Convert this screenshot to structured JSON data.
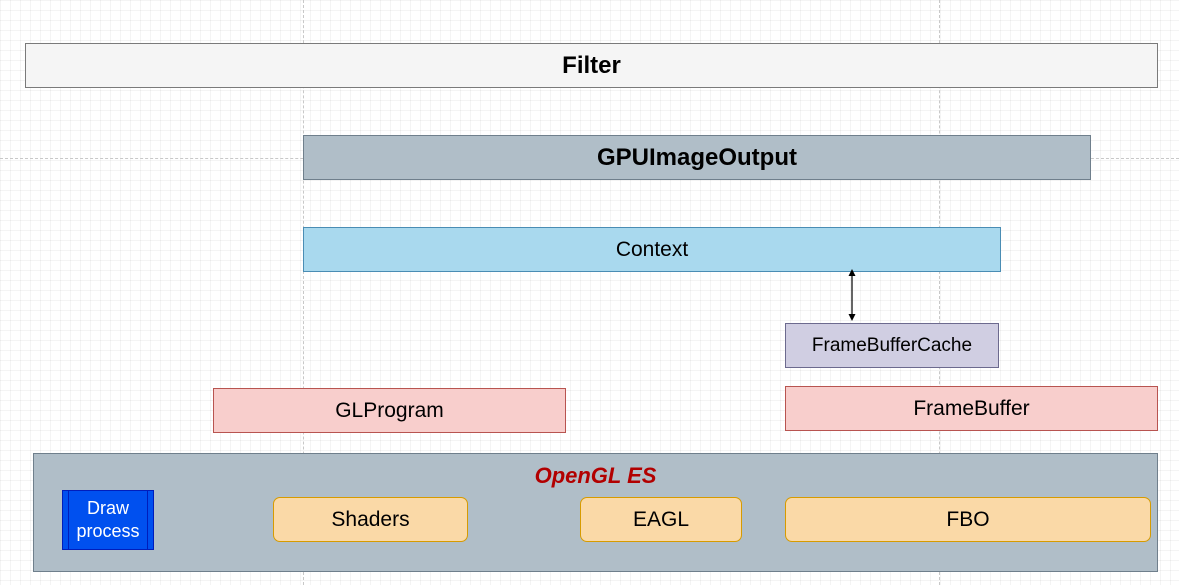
{
  "diagram": {
    "filter": "Filter",
    "gpu_image_output": "GPUImageOutput",
    "context": "Context",
    "frame_buffer_cache": "FrameBufferCache",
    "gl_program": "GLProgram",
    "frame_buffer": "FrameBuffer",
    "opengl_es": {
      "title": "OpenGL ES",
      "draw_process": "Draw process",
      "modules": [
        "Shaders",
        "EAGL",
        "FBO"
      ]
    }
  },
  "colors": {
    "title_accent": "#b20000",
    "gpu_output": "#b0bec8",
    "context": "#a9d9ee",
    "cache": "#d0cee2",
    "program_buffer": "#f8cecc",
    "module": "#fad9a7",
    "draw_process": "#0050ef"
  },
  "icons": [
    "double-arrow-icon"
  ]
}
